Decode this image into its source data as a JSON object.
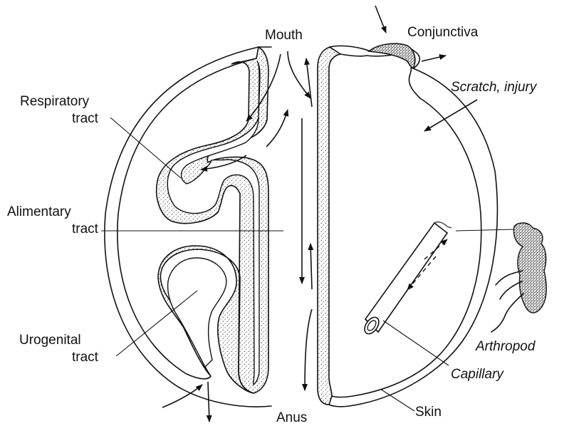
{
  "labels": {
    "mouth": "Mouth",
    "conjunctiva": "Conjunctiva",
    "scratch_injury": "Scratch, injury",
    "respiratory_line1": "Respiratory",
    "respiratory_line2": "tract",
    "alimentary_line1": "Alimentary",
    "alimentary_line2": "tract",
    "urogenital_line1": "Urogenital",
    "urogenital_line2": "tract",
    "arthropod": "Arthropod",
    "capillary": "Capillary",
    "anus": "Anus",
    "skin": "Skin"
  },
  "colors": {
    "ink": "#111111",
    "background": "#ffffff"
  }
}
